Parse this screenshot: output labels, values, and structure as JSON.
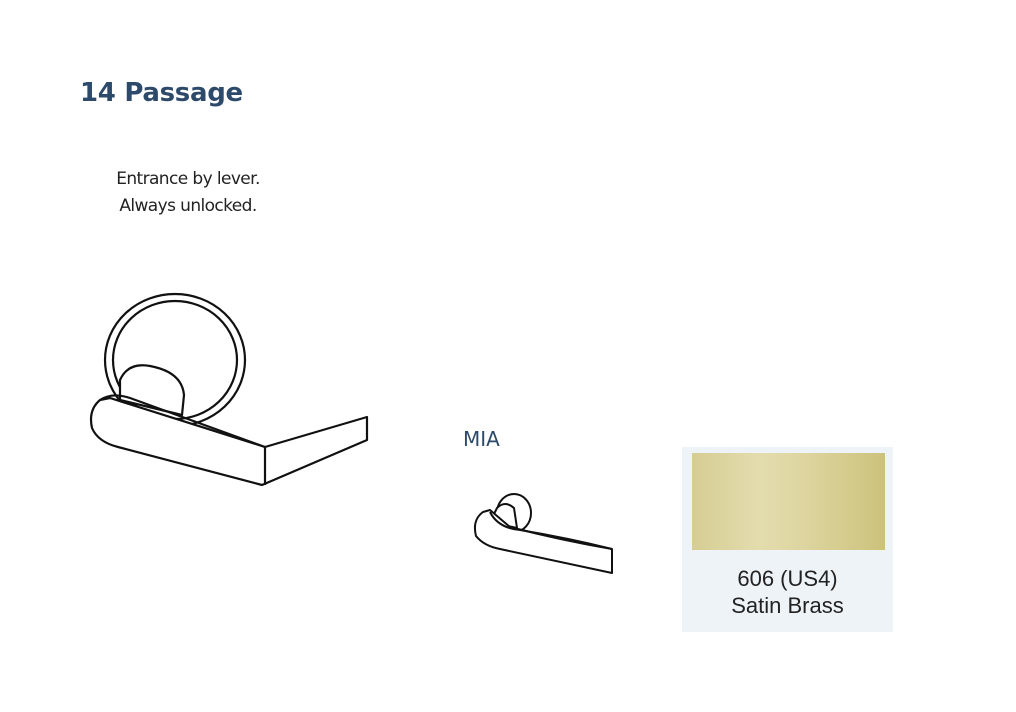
{
  "heading": "14 Passage",
  "description": [
    "Entrance by lever.",
    "Always unlocked."
  ],
  "lever_label": "MIA",
  "finish": {
    "code": "606 (US4)",
    "name": "Satin Brass",
    "color": "#d9d09a"
  }
}
